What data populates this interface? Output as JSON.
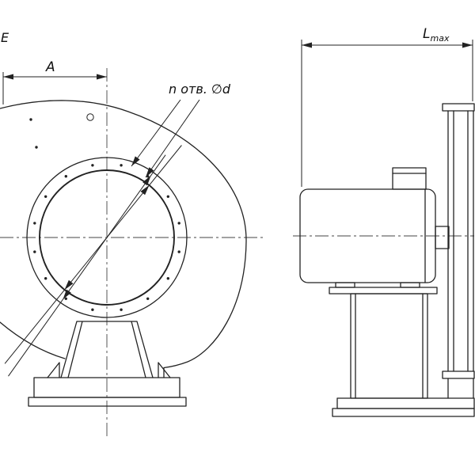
{
  "labels": {
    "edge_letter": "E",
    "dim_a": "A",
    "holes_note": "n отв. ∅d",
    "dim_l_base": "L",
    "dim_l_sub": "max"
  },
  "colors": {
    "line": "#222222",
    "background": "#ffffff"
  }
}
